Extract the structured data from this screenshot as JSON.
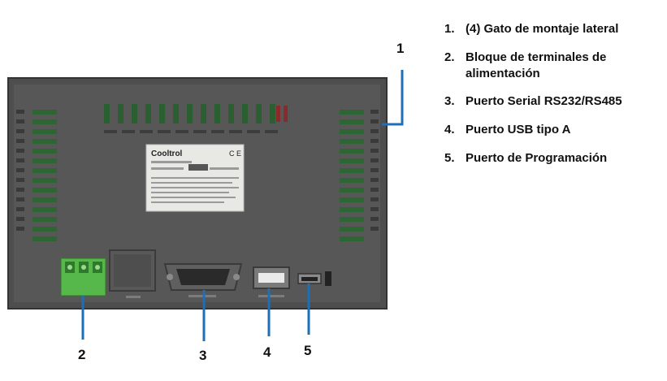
{
  "legend": {
    "items": [
      {
        "number": "1.",
        "text": "(4) Gato de montaje lateral"
      },
      {
        "number": "2.",
        "text": "Bloque de terminales de alimentación"
      },
      {
        "number": "3.",
        "text": "Puerto Serial RS232/RS485"
      },
      {
        "number": "4.",
        "text": "Puerto USB tipo A"
      },
      {
        "number": "5.",
        "text": "Puerto de Programación"
      }
    ]
  },
  "callouts": {
    "one": "1",
    "two": "2",
    "three": "3",
    "four": "4",
    "five": "5"
  },
  "device": {
    "label_brand": "Cooltrol",
    "label_ce": "C E"
  },
  "colors": {
    "body": "#4f4f4f",
    "body_edge": "#3a3a3a",
    "vent": "#2c6a35",
    "terminal_green": "#53b848",
    "label_bg": "#e9e9e6",
    "callout_line": "#1d6fb8"
  }
}
